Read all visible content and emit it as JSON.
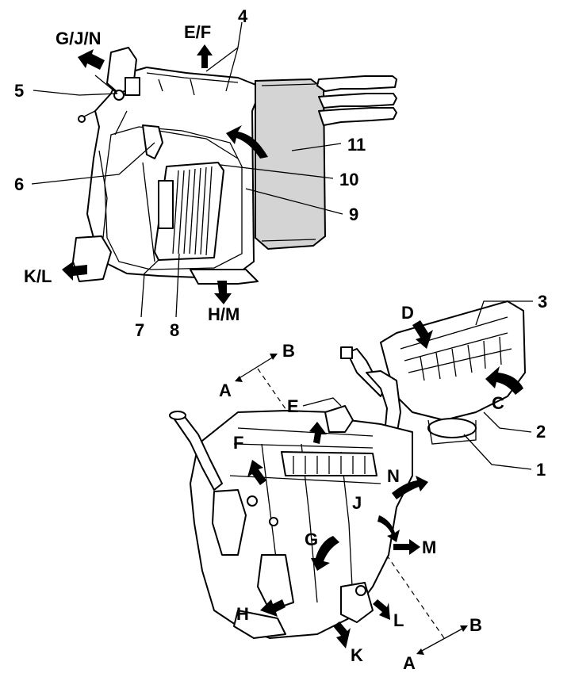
{
  "labels": {
    "gjn": "G/J/N",
    "ef": "E/F",
    "n4": "4",
    "n5": "5",
    "n6": "6",
    "n7": "7",
    "n8": "8",
    "n9": "9",
    "n10": "10",
    "n11": "11",
    "kl": "K/L",
    "hm": "H/M",
    "n3": "3",
    "n2": "2",
    "n1": "1",
    "A_top": "A",
    "B_top": "B",
    "A_bottom": "A",
    "B_bottom": "B",
    "C": "C",
    "D": "D",
    "E": "E",
    "F": "F",
    "G": "G",
    "H": "H",
    "J": "J",
    "K": "K",
    "L": "L",
    "M": "M",
    "N": "N"
  }
}
